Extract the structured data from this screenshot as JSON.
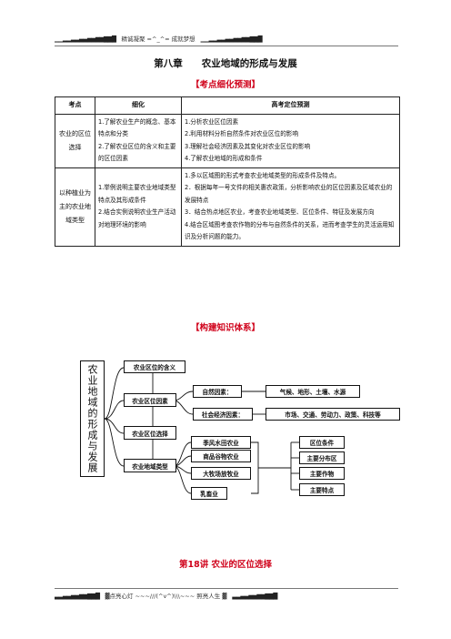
{
  "header": {
    "left_deco": "▁▁▂▂▃▃▄▄▅▅▆▆▇▇█",
    "text": "精诚凝聚 =^_^= 成就梦想",
    "right_deco": "▁▁▂▂▃▃▄▄▅▅▆▆▇▇█"
  },
  "chapter_title": "第八章　　农业地域的形成与发展",
  "outline_heading": "【考点细化预测】",
  "table": {
    "headers": [
      "考点",
      "细化",
      "高考定位预测"
    ],
    "rows": [
      {
        "point": "农业的区位选择",
        "details": [
          "1.了解农业生产的概念、基本特点和分类",
          "2.了解农业区位的含义和主要的区位因素"
        ],
        "predictions": [
          "1.分析农业区位因素",
          "2.利用材料分析自然条件对农业区位的影响",
          "3.理解社会经济因素及其变化对农业区位的影响",
          "4.了解农业地域的形成和条件"
        ]
      },
      {
        "point": "以种植业为主的农业地域类型",
        "details": [
          "1.举例说明主要农业地域类型特点及其形成条件",
          "2.结合实例说明农业生产活动对地理环境的影响"
        ],
        "predictions": [
          "1.多以区域图的形式考查农业地域类型的形成条件及特点。",
          "2．根据每年一号文件的相关惠农政策，分析影响农业的区位因素及区域农业的发展特点",
          "3．结合热点地区农业，考查农业地域类型、区位条件、特征及发展方向",
          "4.结合区域图考查农作物的分布与自然条件的关系，进而考查学生的灵活运用知识及分析问题的能力。"
        ]
      }
    ]
  },
  "knowledge_heading": "【构建知识体系】",
  "diagram": {
    "main_title": "农业地域的形成与发展",
    "level1": [
      "农业区位的含义",
      "农业区位因素",
      "农业区位选择",
      "农业地域类型"
    ],
    "factors": [
      "自然因素：",
      "社会经济因素："
    ],
    "natural_items": "气候、地形、土壤、水源",
    "social_items": "市场、交通、劳动力、政策、科技等",
    "types": [
      "季风水田农业",
      "商品谷物农业",
      "大牧场放牧业",
      "乳畜业"
    ],
    "aspects": [
      "区位条件",
      "主要分布区",
      "主要作物",
      "主要特点"
    ]
  },
  "section_title": "第18讲  农业的区位选择",
  "footer": {
    "left_deco": "▃▃▄▄▅▅▆▆▇▇█",
    "text": "▓点亮心灯 ~~~///(^v^)\\\\\\~~~ 照亮人生 ▓",
    "right_deco": "▃▃▄▄▅▅▆▆▇▇█"
  }
}
